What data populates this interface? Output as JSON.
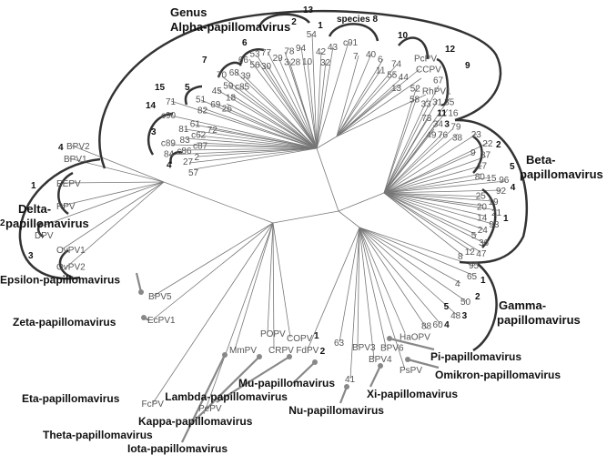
{
  "genera_main": [
    "Genus",
    "Alpha-papillomavirus",
    "Beta-",
    "papillomavirus",
    "Gamma-",
    "papillomavirus",
    "Delta-",
    "papillomavirus"
  ],
  "genera_arrowed": [
    "Epsilon-papillomavirus",
    "Zeta-papillomavirus",
    "Eta-papillomavirus",
    "Theta-papillomavirus",
    "Iota-papillomavirus",
    "Kappa-papillomavirus",
    "Lambda-papillomavirus",
    "Mu-papillomavirus",
    "Nu-papillomavirus",
    "Xi-papillomavirus",
    "Omikron-papillomavirus",
    "Pi-papillomavirus"
  ],
  "species": [
    "13",
    "2",
    "1",
    "species 8",
    "10",
    "12",
    "9",
    "6",
    "7",
    "5",
    "15",
    "14",
    "3",
    "4",
    "4",
    "1",
    "2",
    "3",
    "11",
    "3",
    "2",
    "5",
    "4",
    "1",
    "1",
    "2",
    "3",
    "4",
    "5",
    "1",
    "2"
  ],
  "leaves": [
    "54",
    "42",
    "43",
    "c91",
    "94",
    "78",
    "29",
    "3",
    "28",
    "10",
    "32",
    "77",
    "66",
    "53",
    "56",
    "30",
    "68",
    "70",
    "39",
    "59",
    "c85",
    "45",
    "18",
    "51",
    "69",
    "26",
    "82",
    "71",
    "c90",
    "61",
    "81",
    "72",
    "c62",
    "83",
    "c87",
    "c89",
    "c86",
    "84",
    "2",
    "27",
    "57",
    "7",
    "40",
    "6",
    "11",
    "74",
    "55",
    "44",
    "13",
    "PcPV",
    "CCPV",
    "RhPV1",
    "52",
    "67",
    "58",
    "33",
    "31",
    "35",
    "16",
    "73",
    "34",
    "49",
    "76",
    "79",
    "38",
    "23",
    "22",
    "9",
    "37",
    "17",
    "80",
    "15",
    "96",
    "92",
    "25",
    "19",
    "20",
    "21",
    "14",
    "93",
    "24",
    "5",
    "36",
    "12",
    "47",
    "8",
    "95",
    "65",
    "4",
    "50",
    "48",
    "60",
    "88",
    "HaOPV",
    "PsPV",
    "BPV3",
    "BPV6",
    "BPV4",
    "63",
    "41",
    "FdPV",
    "CRPV",
    "COPV",
    "POPV",
    "MmPV",
    "PePV",
    "FcPV",
    "EcPV1",
    "BPV5",
    "OvPV2",
    "OvPV1",
    "DPV",
    "RPV",
    "EEPV",
    "BPV1",
    "BPV2"
  ]
}
